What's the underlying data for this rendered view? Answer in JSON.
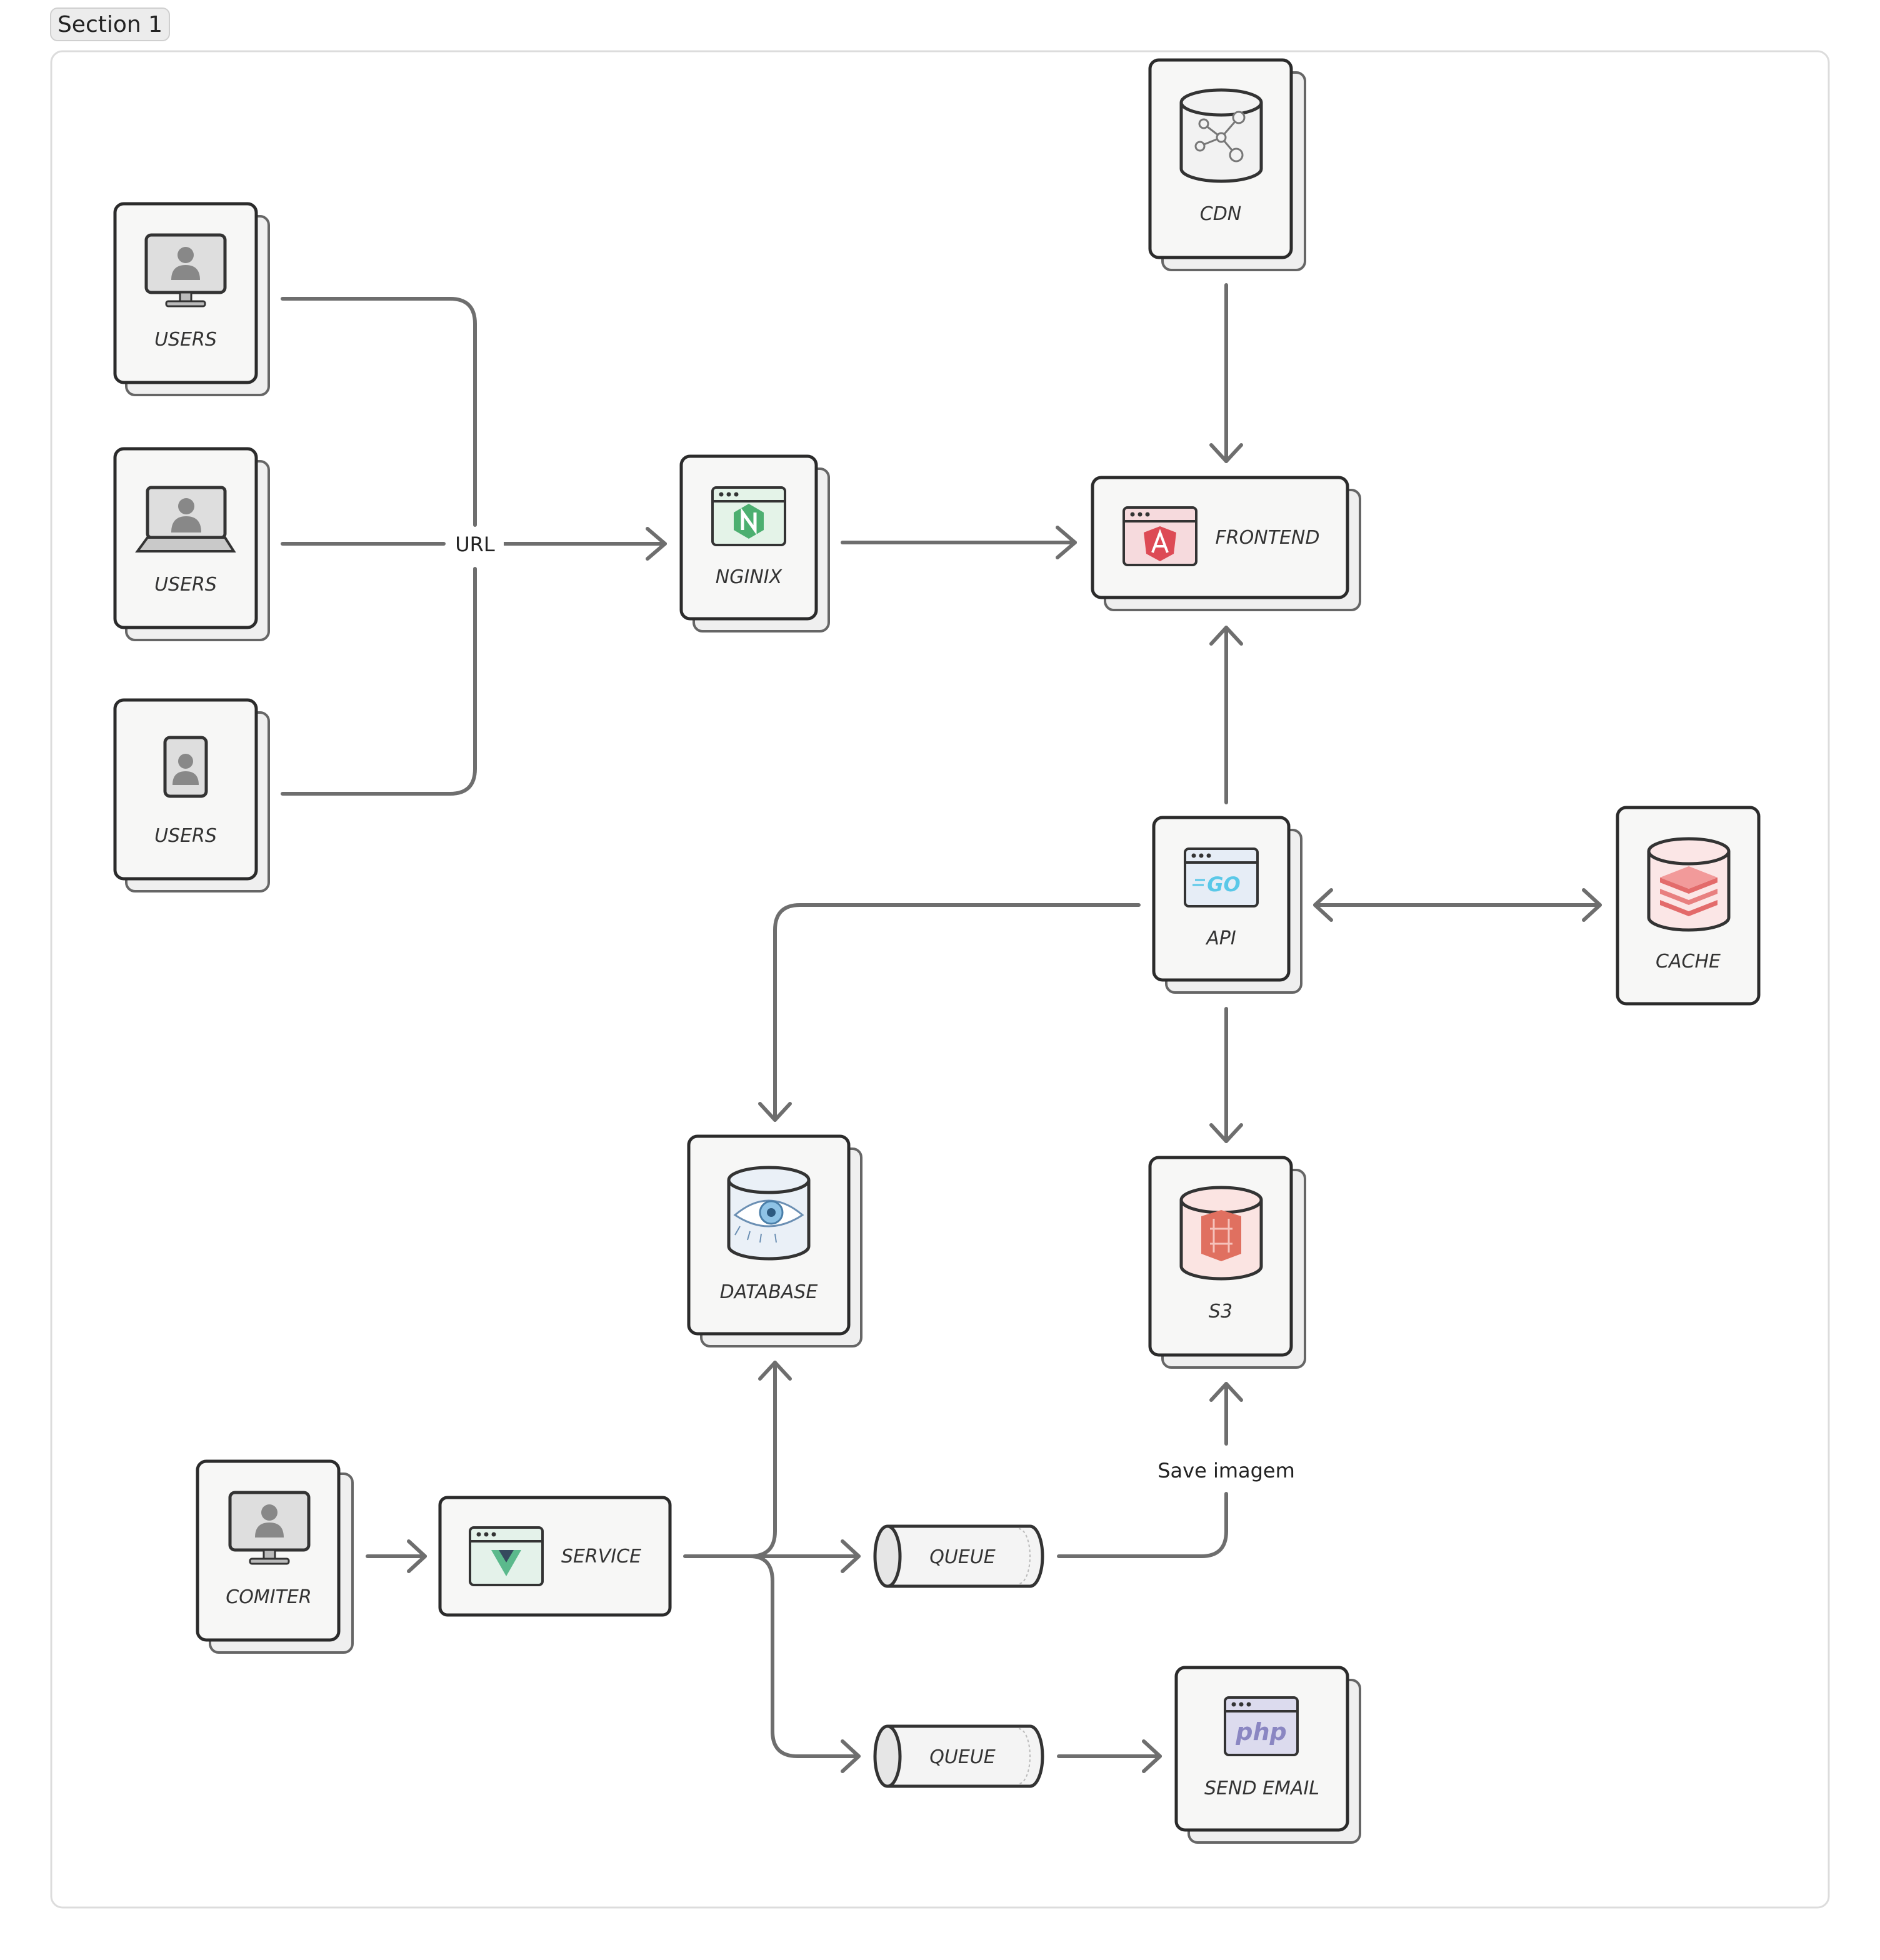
{
  "section": {
    "title": "Section 1"
  },
  "nodes": {
    "users_desktop": {
      "label": "USERS",
      "icon": "desktop-user-icon"
    },
    "users_laptop": {
      "label": "USERS",
      "icon": "laptop-user-icon"
    },
    "users_mobile": {
      "label": "USERS",
      "icon": "mobile-user-icon"
    },
    "nginx": {
      "label": "NGINIX",
      "icon": "nginx-icon"
    },
    "cdn": {
      "label": "CDN",
      "icon": "cdn-database-icon"
    },
    "frontend": {
      "label": "FRONTEND",
      "icon": "angular-icon"
    },
    "api": {
      "label": "API",
      "icon": "go-icon",
      "icon_text": "GO"
    },
    "cache": {
      "label": "CACHE",
      "icon": "redis-icon"
    },
    "database": {
      "label": "DATABASE",
      "icon": "cassandra-eye-icon"
    },
    "s3": {
      "label": "S3",
      "icon": "s3-bucket-icon"
    },
    "comiter": {
      "label": "COMITER",
      "icon": "desktop-user-icon"
    },
    "service": {
      "label": "SERVICE",
      "icon": "vue-icon"
    },
    "queue1": {
      "label": "QUEUE",
      "icon": "queue-cylinder-icon"
    },
    "queue2": {
      "label": "QUEUE",
      "icon": "queue-cylinder-icon"
    },
    "send_email": {
      "label": "SEND EMAIL",
      "icon": "php-icon",
      "icon_text": "php"
    }
  },
  "edges": {
    "url_label": "URL",
    "save_label": "Save imagem"
  },
  "colors": {
    "border": "#2b2b2b",
    "edge": "#6e6e6e",
    "nginx": "#4caf70",
    "angular": "#dd4a55",
    "go": "#5ac8e8",
    "redis": "#e36b6b",
    "s3": "#e07060",
    "vue": "#5bb98c",
    "php": "#8a86c2"
  }
}
